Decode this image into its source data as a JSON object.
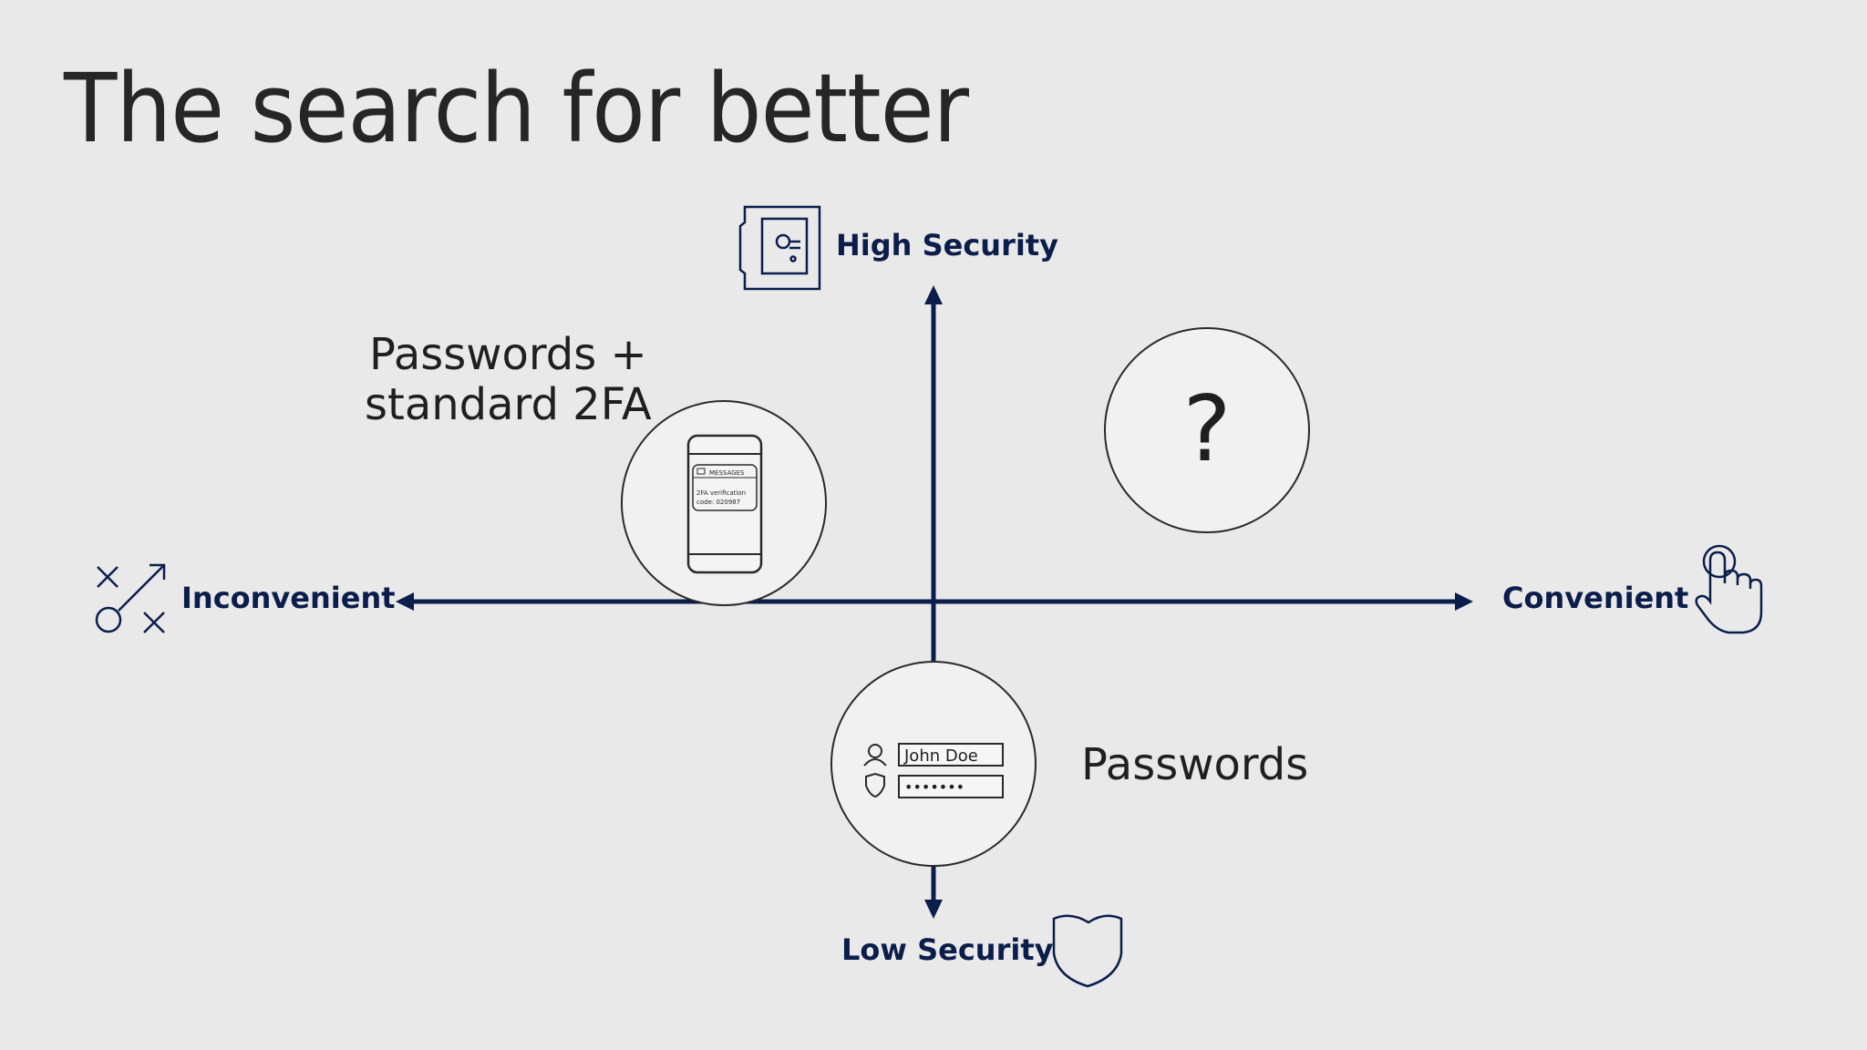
{
  "slide": {
    "title": "The search for better"
  },
  "axes": {
    "top": "High Security",
    "bottom": "Low Security",
    "left": "Inconvenient",
    "right": "Convenient"
  },
  "items": {
    "twofa_caption_line1": "Passwords +",
    "twofa_caption_line2": "standard 2FA",
    "phone_header": "MESSAGES",
    "phone_line1": "2FA verification",
    "phone_line2": "code: 020987",
    "passwords_caption": "Passwords",
    "username_value": "John Doe",
    "password_value": "•••••••",
    "unknown_mark": "?"
  },
  "icons": {
    "top": "safe-icon",
    "bottom": "shield-icon",
    "left": "strategy-icon",
    "right": "touch-hand-icon"
  },
  "colors": {
    "background": "#e9e9ea",
    "accent": "#0b1d4a",
    "text": "#262626"
  }
}
